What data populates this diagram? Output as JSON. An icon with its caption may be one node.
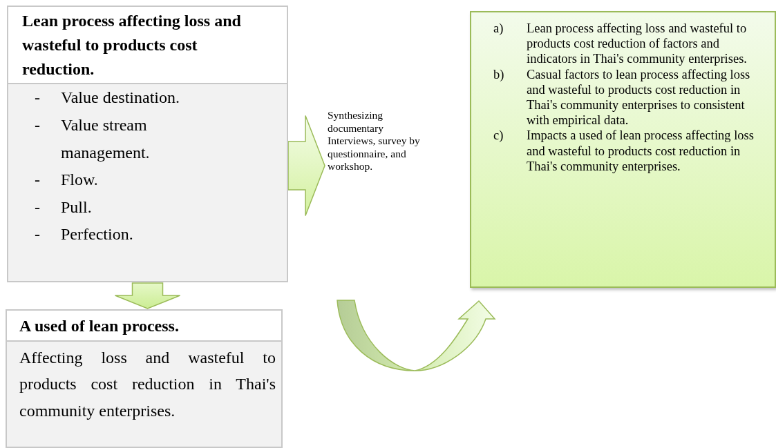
{
  "diagram": {
    "nodes": [
      {
        "text": [
          "Lean process affecting loss and wasteful to products cost reduction.",
          "- Value destination.",
          "- Value stream management.",
          "- Flow.",
          "- Pull.",
          "- Perfection."
        ]
      },
      {
        "text": [
          "A used of lean process.",
          "Affecting loss and wasteful to products cost reduction in Thai's community enterprises."
        ]
      },
      {
        "text": [
          "a) Lean process affecting loss and wasteful to products cost reduction of factors and indicators in Thai's community enterprises.",
          "b) Casual factors to lean process affecting loss and wasteful to products cost reduction in Thai's community enterprises to consistent with empirical data.",
          "c) Impacts a used of lean process affecting loss and wasteful to products cost reduction in Thai's community enterprises."
        ]
      },
      {
        "text": [
          "Synthesizing documentary Interviews, survey by questionnaire, and workshop."
        ]
      }
    ],
    "edges": [
      {
        "from": 0,
        "to": 3,
        "arrow": "to"
      },
      {
        "from": 0,
        "to": 1,
        "arrow": "to"
      },
      {
        "from": 1,
        "to": 2,
        "arrow": "to"
      }
    ]
  }
}
